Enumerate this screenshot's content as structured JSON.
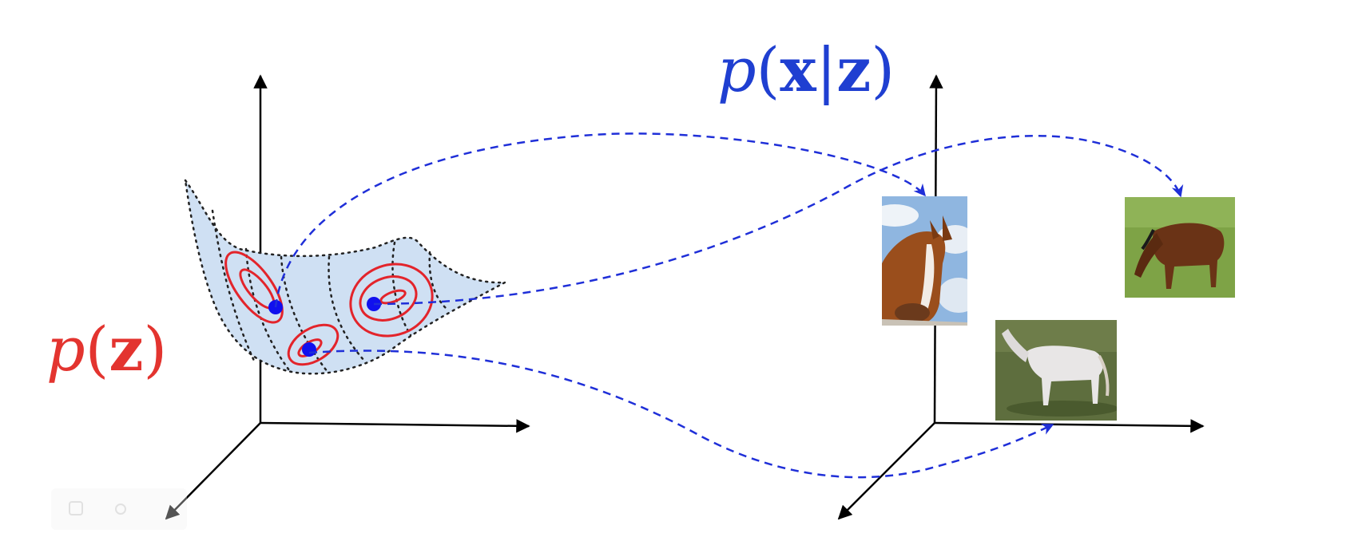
{
  "labels": {
    "prior": {
      "func": "p",
      "var": "z"
    },
    "likelihood": {
      "func": "p",
      "var1": "x",
      "sep": "|",
      "var2": "z"
    }
  },
  "colors": {
    "prior": "#e3342f",
    "likelihood": "#1f3fd1",
    "surface_fill": "#cfe0f3",
    "contour": "#e3242b",
    "point": "#1010ee",
    "arrow": "#1f2fd8",
    "axis": "#000000"
  },
  "images": [
    {
      "name": "horse-head-closeup-image"
    },
    {
      "name": "brown-horse-grazing-image"
    },
    {
      "name": "white-horse-standing-image"
    }
  ]
}
